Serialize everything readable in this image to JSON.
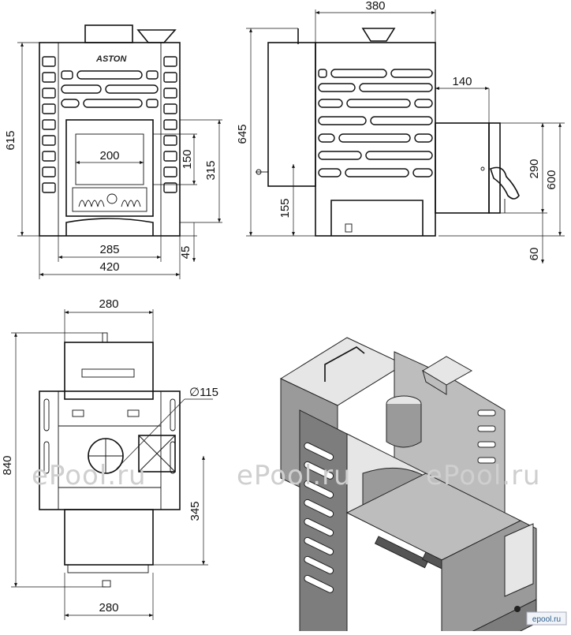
{
  "brand": "ASTON",
  "watermark": "ePool.ru",
  "logo": "epool.ru",
  "front_view": {
    "height_total": "615",
    "width_total": "420",
    "door_width": "200",
    "firebox_width": "285",
    "door_height": "150",
    "opening_height": "315",
    "base_height": "45"
  },
  "side_view": {
    "depth_top": "380",
    "height_total": "645",
    "tunnel_length": "140",
    "height_tunnel_total": "600",
    "tunnel_height": "290",
    "water_tank_offset": "155",
    "tunnel_base": "60"
  },
  "top_view": {
    "width_top": "280",
    "length_total": "840",
    "flue_diameter": "∅115",
    "tunnel_depth": "345",
    "width_bottom": "280"
  }
}
